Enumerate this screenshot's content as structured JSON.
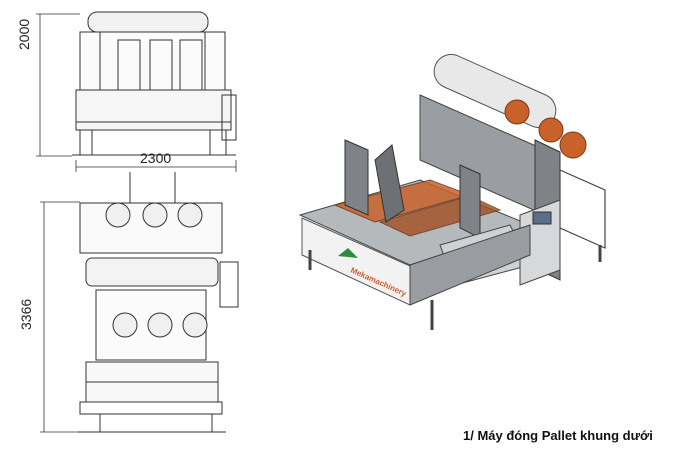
{
  "drawing": {
    "dimensions": {
      "height_top": "2000",
      "width_top": "2300",
      "height_bottom": "3366"
    },
    "logo_text": "Mekamachinery"
  },
  "caption": "1/ Máy đóng Pallet khung dưới",
  "colors": {
    "frame_gray": "#8a8e92",
    "copper": "#c8622a",
    "green_logo": "#2e8a3c",
    "line": "#333333"
  }
}
